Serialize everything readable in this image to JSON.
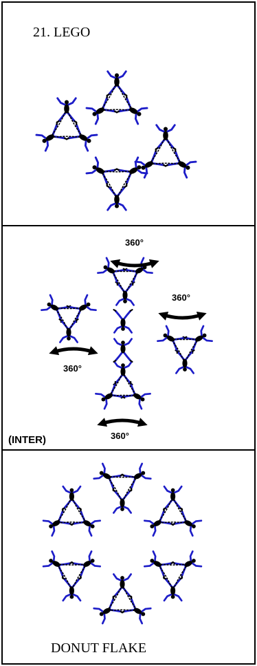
{
  "panels": [
    {
      "title": "21. LEGO"
    },
    {
      "tag": "(INTER)",
      "rotations": [
        "360°",
        "360°",
        "360°",
        "360°"
      ]
    },
    {
      "caption": "DONUT FLAKE"
    }
  ],
  "colors": {
    "figure_body": "#000000",
    "figure_limb": "#1d1dc8",
    "border": "#000000",
    "arrow": "#000000"
  }
}
